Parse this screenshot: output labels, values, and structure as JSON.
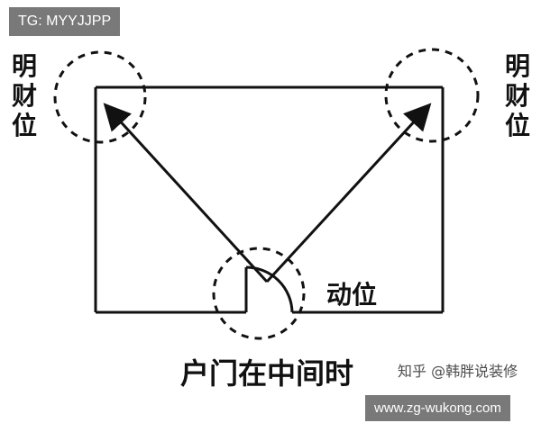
{
  "top_overlay": {
    "text": "TG: MYYJJPP"
  },
  "bottom_overlay": {
    "text": "www.zg-wukong.com"
  },
  "watermark": {
    "text": "知乎 @韩胖说装修"
  },
  "diagram": {
    "left_label": "明\n财\n位",
    "right_label": "明\n财\n位",
    "motion_label": "动位",
    "caption": "户门在中间时"
  }
}
